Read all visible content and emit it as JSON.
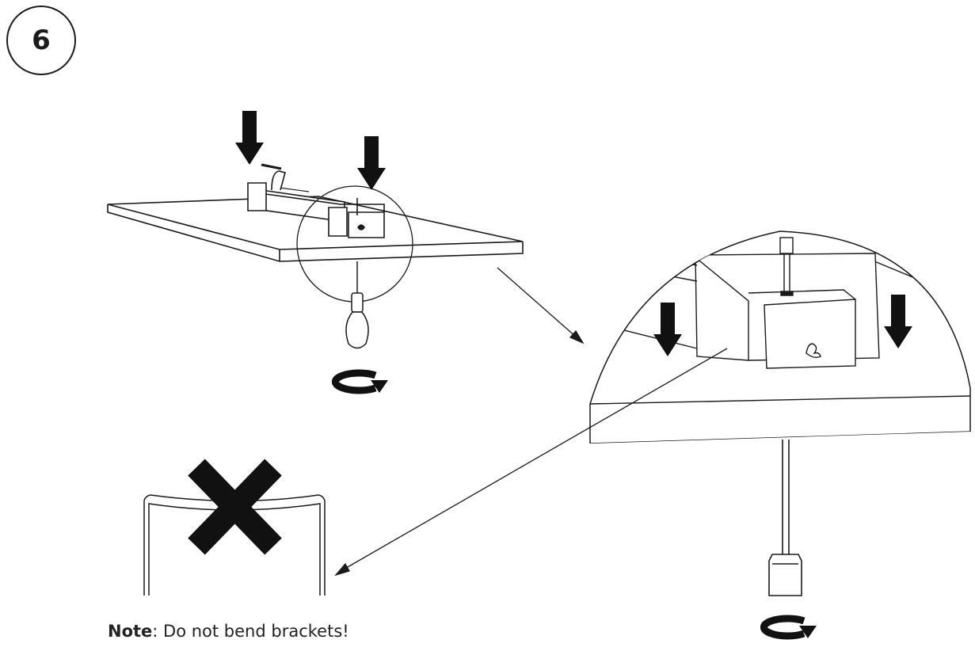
{
  "step": {
    "number": "6"
  },
  "note": {
    "label": "Note",
    "text": ": Do not bend brackets!"
  },
  "icons": {
    "down-arrow": "down-arrow-icon",
    "rotate": "rotate-clockwise-icon",
    "wrong": "x-mark-icon"
  },
  "colors": {
    "ink": "#1a1a1a",
    "paper": "#ffffff"
  }
}
